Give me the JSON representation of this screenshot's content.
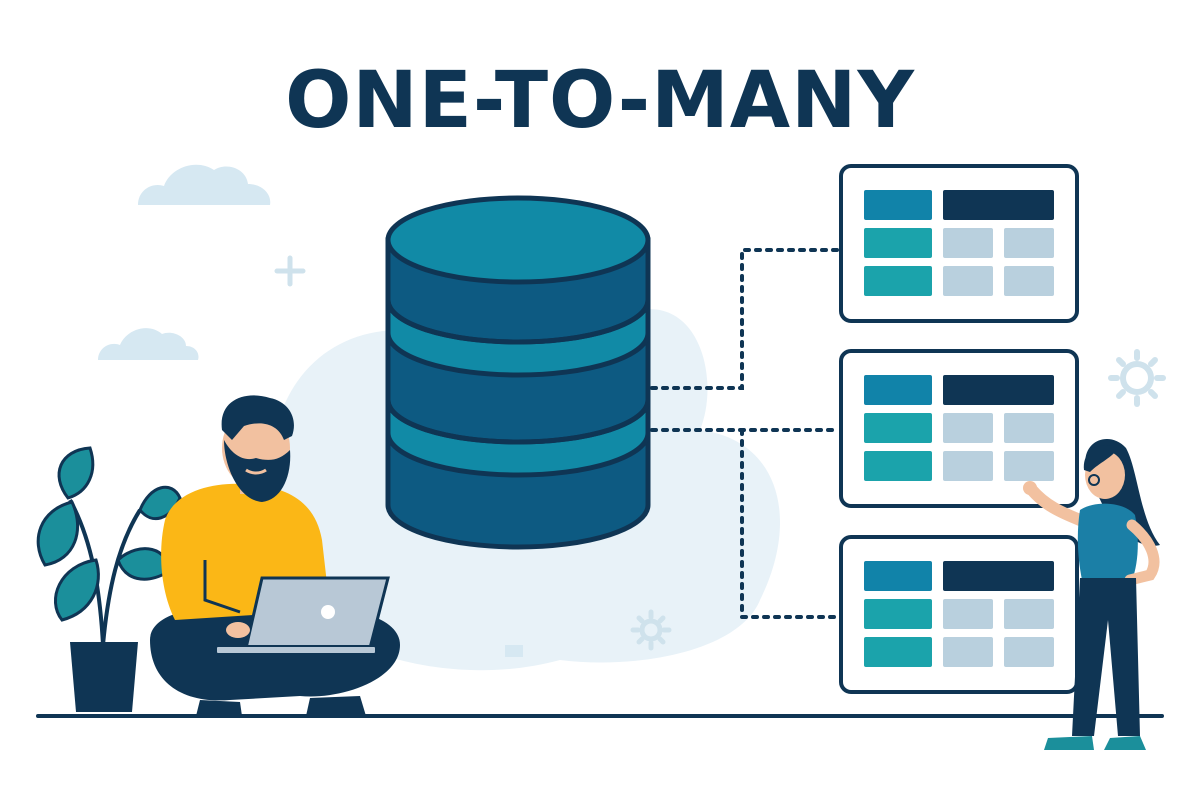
{
  "title": "ONE-TO-MANY",
  "colors": {
    "navy": "#0f3554",
    "db_dark": "#0d5a82",
    "db_light": "#118aa6",
    "teal": "#1ba3ab",
    "cell_blue": "#1183a9",
    "cell_gray": "#b9d0de",
    "pale_bg": "#e8f2f8",
    "yellow": "#fbb716"
  },
  "diagram": {
    "one_side": {
      "shape": "database-cylinder",
      "rings": 3
    },
    "many_side": {
      "shape": "table-card",
      "count": 3,
      "rows_per_table": 3,
      "cols_per_table": 3
    },
    "connector_style": "dotted",
    "relation": "one-to-many"
  },
  "figures": [
    {
      "role": "man-with-laptop",
      "pose": "sitting-cross-legged"
    },
    {
      "role": "woman-pointing",
      "pose": "standing"
    }
  ],
  "decorations": [
    "cloud-icon",
    "cloud-icon",
    "plus-icon",
    "gear-icon",
    "gear-icon",
    "potted-plant"
  ]
}
